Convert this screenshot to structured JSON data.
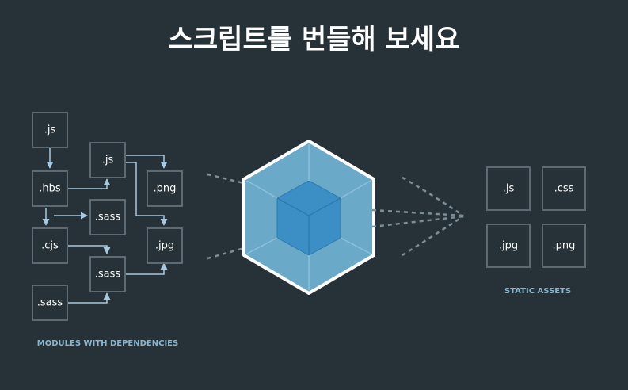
{
  "title": "스크립트를 번들해 보세요",
  "modules": {
    "caption": "MODULES WITH DEPENDENCIES",
    "js_1": ".js",
    "js_2": ".js",
    "hbs": ".hbs",
    "png": ".png",
    "sass_1": ".sass",
    "cjs": ".cjs",
    "jpg": ".jpg",
    "sass_2": ".sass",
    "sass_3": ".sass"
  },
  "assets": {
    "caption": "STATIC ASSETS",
    "js": ".js",
    "css": ".css",
    "jpg": ".jpg",
    "png": ".png"
  },
  "colors": {
    "background": "#263238",
    "cube_outer": "#6ba9c8",
    "cube_inner": "#3b8fc4",
    "border": "#ffffff",
    "caption": "#8ab4cc"
  }
}
